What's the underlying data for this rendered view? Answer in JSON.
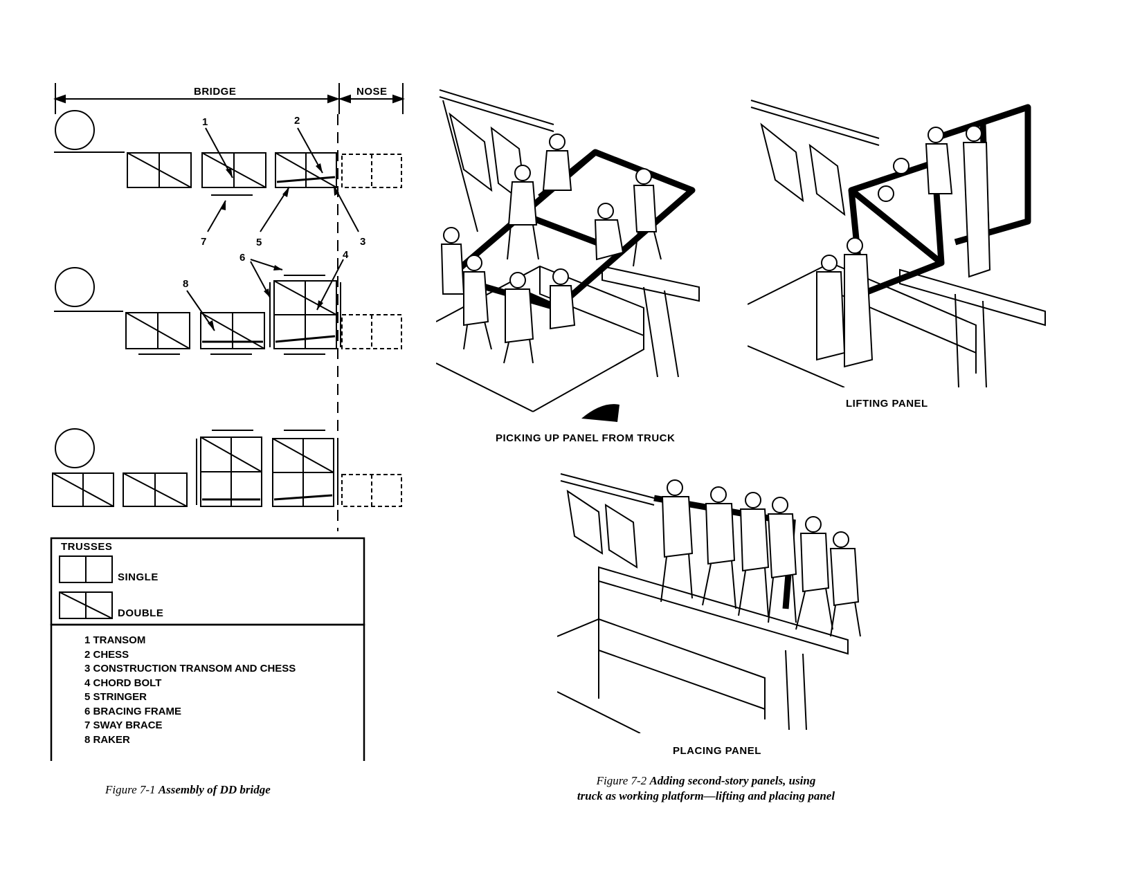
{
  "fig1": {
    "header_bridge": "BRIDGE",
    "header_nose": "NOSE",
    "callouts": [
      "1",
      "2",
      "3",
      "4",
      "5",
      "6",
      "7",
      "8"
    ],
    "trusses_title": "TRUSSES",
    "truss_single": "SINGLE",
    "truss_double": "DOUBLE",
    "legend": [
      "1 TRANSOM",
      "2 CHESS",
      "3 CONSTRUCTION TRANSOM AND CHESS",
      "4 CHORD BOLT",
      "5 STRINGER",
      "6 BRACING FRAME",
      "7 SWAY BRACE",
      "8 RAKER"
    ],
    "caption_prefix": "Figure 7-1",
    "caption_text": "Assembly of DD bridge"
  },
  "fig2": {
    "panel_a_label": "PICKING UP PANEL FROM TRUCK",
    "panel_b_label": "LIFTING PANEL",
    "panel_c_label": "PLACING PANEL",
    "caption_prefix": "Figure 7-2",
    "caption_line1": "Adding second-story panels, using",
    "caption_line2": "truck as working platform—lifting and placing panel"
  }
}
